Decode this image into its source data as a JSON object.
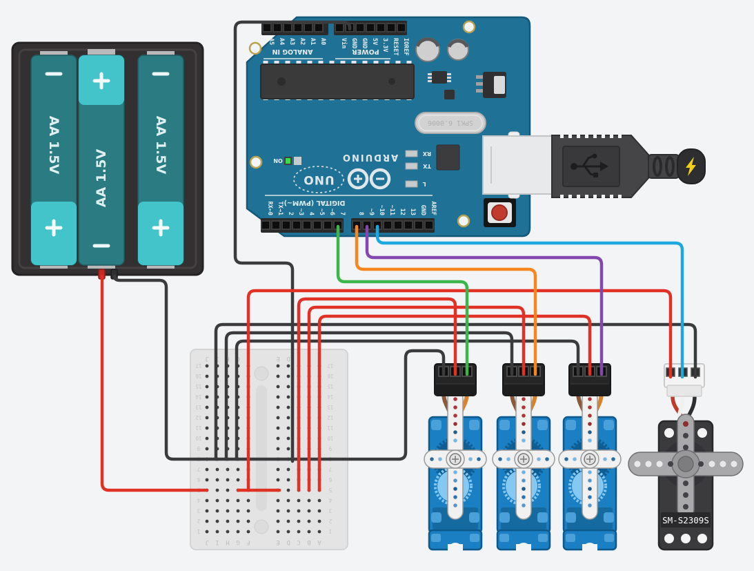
{
  "canvas": {
    "background": "#f2f4f6"
  },
  "colors": {
    "board_blue": "#1f7296",
    "wire_black": "#3b3b3d",
    "wire_red": "#e03127",
    "wire_green": "#3eb54b",
    "wire_orange": "#f6861f",
    "wire_purple": "#8347ad",
    "wire_blue": "#1fa8de",
    "battery_dark_teal": "#2a7b82",
    "battery_light_teal": "#43c3ca",
    "servo_blue": "#1b7fc4",
    "servo_gray": "#3b3a3d",
    "breadboard_gray": "#e4e4e4"
  },
  "battery_pack": {
    "cells": [
      {
        "label": "AA 1.5V",
        "top_sign": "−",
        "bottom_sign": "+"
      },
      {
        "label": "AA 1.5V",
        "top_sign": "+",
        "bottom_sign": "−"
      },
      {
        "label": "AA 1.5V",
        "top_sign": "−",
        "bottom_sign": "+"
      }
    ]
  },
  "arduino": {
    "brand": "ARDUINO",
    "model": "UNO",
    "on_label": "ON",
    "analog_label": "ANALOG IN",
    "power_label": "POWER",
    "digital_label": "DIGITAL (PWM~)",
    "crystal_label": "SPK1 6.0006",
    "analog_pins": [
      "A5",
      "A4",
      "A3",
      "A2",
      "A1",
      "A0"
    ],
    "power_pins": [
      "Vin",
      "GND",
      "GND",
      "5V",
      "3.3V",
      "RESET",
      "IOREF"
    ],
    "digital_pins_left": [
      "RX←0",
      "TX→1",
      "2",
      "~3",
      "4",
      "~5",
      "~6",
      "7"
    ],
    "digital_pins_right": [
      "8",
      "~9",
      "~10",
      "~11",
      "12",
      "13",
      "GND",
      "AREF"
    ],
    "led_labels": [
      "RX",
      "TX",
      "L"
    ]
  },
  "breadboard": {
    "column_letters": [
      "J",
      "I",
      "H",
      "G",
      "F",
      "E",
      "D",
      "C",
      "B",
      "A"
    ],
    "row_numbers": [
      "1",
      "2",
      "3",
      "4",
      "5",
      "6",
      "7",
      "8",
      "9",
      "10",
      "11",
      "12",
      "13",
      "14",
      "15",
      "16",
      "17"
    ]
  },
  "servos": {
    "micro_servo_count": 3,
    "standard_servo_label": "SM-S2309S"
  },
  "wires": [
    {
      "name": "arduino-gnd-to-breadboard",
      "color": "black",
      "from": "Arduino GND",
      "to": "Breadboard D8"
    },
    {
      "name": "battery-negative-rail",
      "color": "black",
      "from": "Battery −",
      "to": "Breadboard row 8 / micro servo 1 ground"
    },
    {
      "name": "battery-positive",
      "color": "red",
      "from": "Battery +",
      "to": "Breadboard J5"
    },
    {
      "name": "row5-bridge",
      "color": "red",
      "from": "Breadboard G5",
      "to": "Breadboard E5"
    },
    {
      "name": "servo1-power",
      "color": "red",
      "from": "Breadboard C5",
      "to": "Micro servo 1 power"
    },
    {
      "name": "servo2-power",
      "color": "red",
      "from": "Breadboard B5",
      "to": "Micro servo 2 power"
    },
    {
      "name": "servo3-power",
      "color": "red",
      "from": "Breadboard A5",
      "to": "Micro servo 3 power"
    },
    {
      "name": "servo4-power",
      "color": "red",
      "from": "Breadboard F5",
      "to": "Servo SM-S2309S power"
    },
    {
      "name": "servo2-ground",
      "color": "black",
      "from": "Breadboard H8",
      "to": "Micro servo 2 ground"
    },
    {
      "name": "servo3-ground",
      "color": "black",
      "from": "Breadboard G8",
      "to": "Micro servo 3 ground"
    },
    {
      "name": "servo4-ground",
      "color": "black",
      "from": "Breadboard I8",
      "to": "Servo SM-S2309S ground"
    },
    {
      "name": "servo1-signal",
      "color": "green",
      "from": "Arduino pin 7",
      "to": "Micro servo 1 signal"
    },
    {
      "name": "servo2-signal",
      "color": "orange",
      "from": "Arduino pin 8",
      "to": "Micro servo 2 signal"
    },
    {
      "name": "servo3-signal",
      "color": "purple",
      "from": "Arduino pin 9",
      "to": "Micro servo 3 signal"
    },
    {
      "name": "servo4-signal",
      "color": "blue",
      "from": "Arduino pin 10",
      "to": "Servo SM-S2309S signal"
    }
  ]
}
